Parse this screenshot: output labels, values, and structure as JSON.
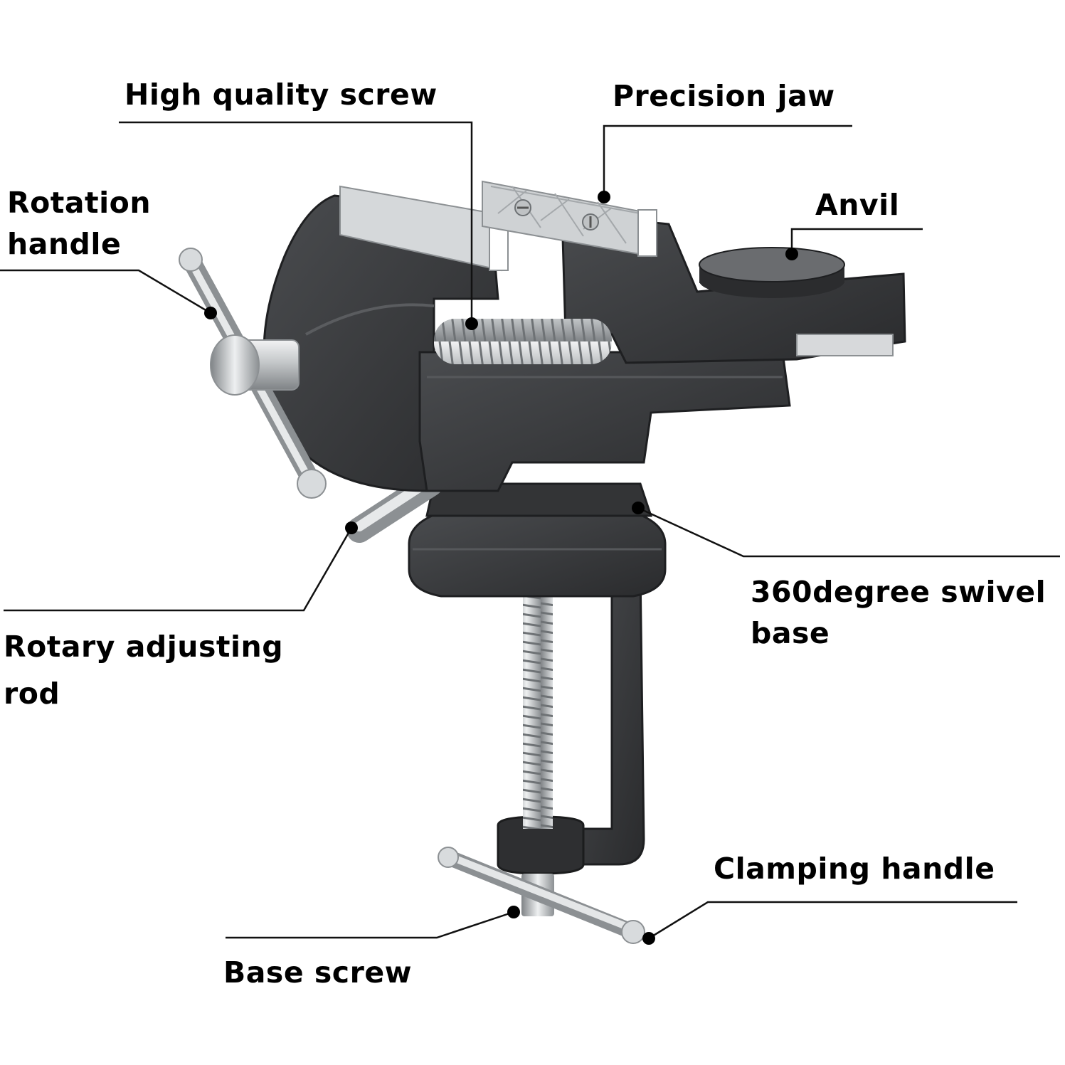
{
  "colors": {
    "background": "#ffffff",
    "text": "#000000",
    "leader_line": "#111111",
    "cast_iron": "#3a3b3d",
    "cast_iron_dark": "#232426",
    "cast_iron_light": "#55575a",
    "steel": "#c9ccce",
    "steel_dark": "#8c9093",
    "steel_light": "#eef0f1"
  },
  "labels": {
    "screw": "High quality screw",
    "jaw": "Precision jaw",
    "anvil": "Anvil",
    "rotation_line1": "Rotation",
    "rotation_line2": "handle",
    "swivel_line1": "360degree swivel",
    "swivel_line2": "base",
    "rotary_line1": "Rotary adjusting",
    "rotary_line2": "rod",
    "clamping": "Clamping handle",
    "base_screw": "Base screw"
  }
}
